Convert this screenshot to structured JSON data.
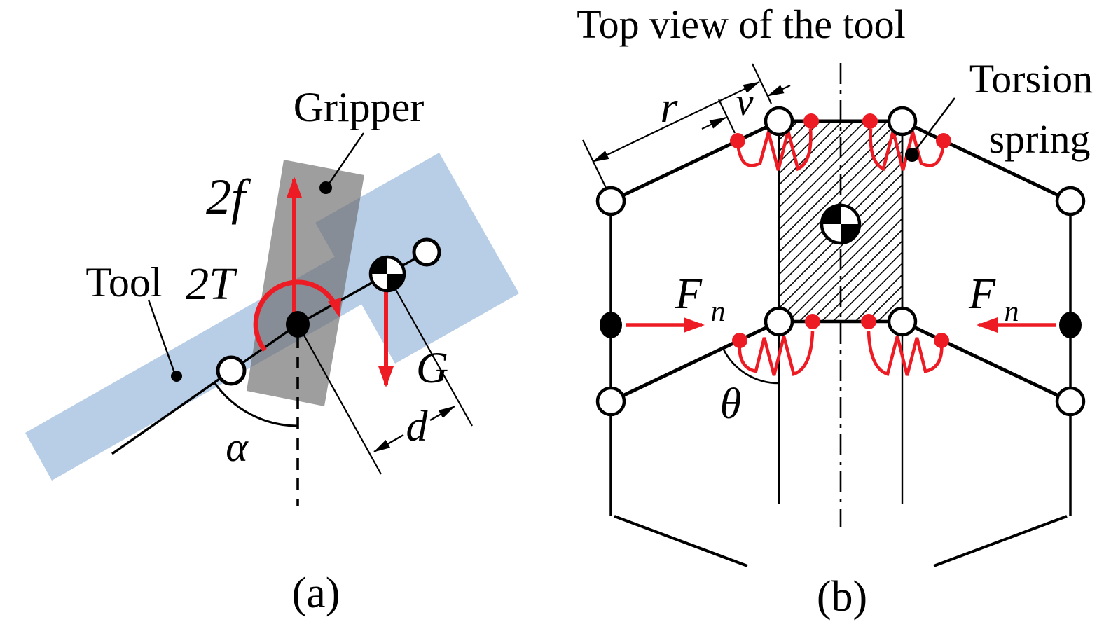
{
  "figure": {
    "panel_a": {
      "caption": "(a)",
      "labels": {
        "gripper": "Gripper",
        "tool": "Tool"
      },
      "symbols": {
        "force": "2f",
        "torque": "2T",
        "gravity": "G",
        "distance": "d",
        "alpha": "α"
      }
    },
    "panel_b": {
      "caption": "(b)",
      "title": "Top view of the tool",
      "labels": {
        "torsion_line1": "Torsion",
        "torsion_line2": "spring"
      },
      "symbols": {
        "link_length": "r",
        "anchor_offset": "v",
        "theta": "θ",
        "normal_force": "F",
        "normal_force_sub": "n"
      }
    },
    "colors": {
      "red": "#ed1c24",
      "blue": "#b8cee7",
      "gray_fill": "rgba(108,108,108,0.66)",
      "black": "#000000"
    }
  }
}
